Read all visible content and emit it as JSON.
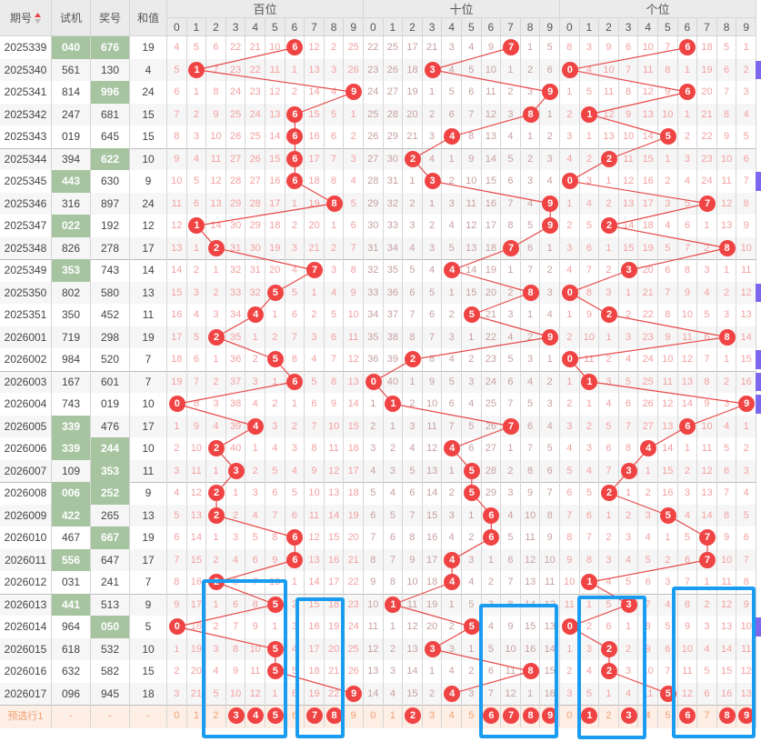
{
  "headers": {
    "issue": "期号",
    "trial": "试机",
    "draw": "奖号",
    "sum": "和值",
    "hundreds": "百位",
    "tens": "十位",
    "units": "个位"
  },
  "digits": [
    "0",
    "1",
    "2",
    "3",
    "4",
    "5",
    "6",
    "7",
    "8",
    "9"
  ],
  "rows": [
    {
      "issue": "2025339",
      "trial": "040",
      "draw": "676",
      "sum": "19",
      "trial_hl": true,
      "draw_hl": true
    },
    {
      "issue": "2025340",
      "trial": "561",
      "draw": "130",
      "sum": "4",
      "mark": true
    },
    {
      "issue": "2025341",
      "trial": "814",
      "draw": "996",
      "sum": "24",
      "draw_hl": true
    },
    {
      "issue": "2025342",
      "trial": "247",
      "draw": "681",
      "sum": "15"
    },
    {
      "issue": "2025343",
      "trial": "019",
      "draw": "645",
      "sum": "15"
    },
    {
      "issue": "2025344",
      "trial": "394",
      "draw": "622",
      "sum": "10",
      "draw_hl": true
    },
    {
      "issue": "2025345",
      "trial": "443",
      "draw": "630",
      "sum": "9",
      "trial_hl": true,
      "mark": true
    },
    {
      "issue": "2025346",
      "trial": "316",
      "draw": "897",
      "sum": "24"
    },
    {
      "issue": "2025347",
      "trial": "022",
      "draw": "192",
      "sum": "12",
      "trial_hl": true
    },
    {
      "issue": "2025348",
      "trial": "826",
      "draw": "278",
      "sum": "17"
    },
    {
      "issue": "2025349",
      "trial": "353",
      "draw": "743",
      "sum": "14",
      "trial_hl": true
    },
    {
      "issue": "2025350",
      "trial": "802",
      "draw": "580",
      "sum": "13",
      "mark": true
    },
    {
      "issue": "2025351",
      "trial": "350",
      "draw": "452",
      "sum": "11"
    },
    {
      "issue": "2026001",
      "trial": "719",
      "draw": "298",
      "sum": "19"
    },
    {
      "issue": "2026002",
      "trial": "984",
      "draw": "520",
      "sum": "7",
      "mark": true
    },
    {
      "issue": "2026003",
      "trial": "167",
      "draw": "601",
      "sum": "7",
      "mark": true
    },
    {
      "issue": "2026004",
      "trial": "743",
      "draw": "019",
      "sum": "10",
      "mark": true
    },
    {
      "issue": "2026005",
      "trial": "339",
      "draw": "476",
      "sum": "17",
      "trial_hl": true
    },
    {
      "issue": "2026006",
      "trial": "339",
      "draw": "244",
      "sum": "10",
      "trial_hl": true,
      "draw_hl": true
    },
    {
      "issue": "2026007",
      "trial": "109",
      "draw": "353",
      "sum": "11",
      "draw_hl": true
    },
    {
      "issue": "2026008",
      "trial": "006",
      "draw": "252",
      "sum": "9",
      "trial_hl": true,
      "draw_hl": true
    },
    {
      "issue": "2026009",
      "trial": "422",
      "draw": "265",
      "sum": "13",
      "trial_hl": true
    },
    {
      "issue": "2026010",
      "trial": "467",
      "draw": "667",
      "sum": "19",
      "draw_hl": true
    },
    {
      "issue": "2026011",
      "trial": "556",
      "draw": "647",
      "sum": "17",
      "trial_hl": true
    },
    {
      "issue": "2026012",
      "trial": "031",
      "draw": "241",
      "sum": "7"
    },
    {
      "issue": "2026013",
      "trial": "441",
      "draw": "513",
      "sum": "9",
      "trial_hl": true
    },
    {
      "issue": "2026014",
      "trial": "964",
      "draw": "050",
      "sum": "5",
      "draw_hl": true,
      "mark": true
    },
    {
      "issue": "2026015",
      "trial": "618",
      "draw": "532",
      "sum": "10"
    },
    {
      "issue": "2026016",
      "trial": "632",
      "draw": "582",
      "sum": "15"
    },
    {
      "issue": "2026017",
      "trial": "096",
      "draw": "945",
      "sum": "18"
    }
  ],
  "initial_omissions": {
    "hundreds": [
      4,
      5,
      6,
      22,
      21,
      10,
      0,
      12,
      2,
      25
    ],
    "tens": [
      22,
      25,
      17,
      21,
      3,
      4,
      9,
      0,
      1,
      5
    ],
    "units": [
      8,
      3,
      9,
      6,
      10,
      7,
      0,
      18,
      5,
      1
    ]
  },
  "predict_row": {
    "label": "预选行1",
    "trial": "-",
    "draw": "-",
    "sum": "-",
    "hundreds_selected": [
      3,
      4,
      5,
      7,
      8
    ],
    "tens_selected": [
      2,
      6,
      7,
      8,
      9
    ],
    "units_selected": [
      1,
      3,
      6,
      8,
      9
    ]
  },
  "colors": {
    "ball": "#f04444",
    "highlight": "#a6c4a0",
    "box": "#1a9cf0",
    "mark": "#7b68ee"
  }
}
